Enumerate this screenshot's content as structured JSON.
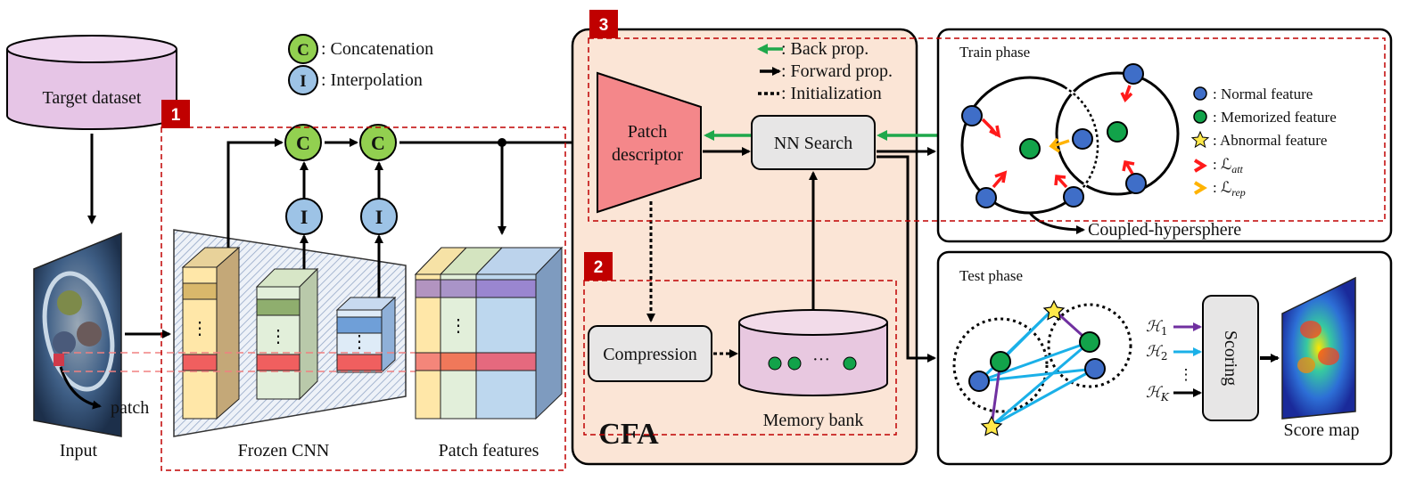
{
  "legend_top": {
    "concat_symbol": "C",
    "concat_label": ": Concatenation",
    "interp_symbol": "I",
    "interp_label": ": Interpolation"
  },
  "dataset": {
    "label": "Target dataset"
  },
  "input": {
    "label": "Input",
    "patch_label": "patch"
  },
  "cnn": {
    "label": "Frozen CNN",
    "ellipsis": "⋮"
  },
  "patch_features": {
    "label": "Patch features",
    "ellipsis": "⋮"
  },
  "regions": [
    {
      "number": "1",
      "color": "#c00000"
    },
    {
      "number": "2",
      "color": "#c00000"
    },
    {
      "number": "3",
      "color": "#c00000"
    }
  ],
  "cfa": {
    "title": "CFA",
    "descriptor_label_1": "Patch",
    "descriptor_label_2": "descriptor",
    "nn_search_label": "NN Search",
    "compression_label": "Compression",
    "memory_bank_label": "Memory bank",
    "memory_dots": "···",
    "legend": [
      {
        "label": ": Back prop.",
        "color": "#1fa84b"
      },
      {
        "label": ": Forward prop.",
        "color": "#000000"
      },
      {
        "label": ": Initialization",
        "color": "#000000"
      }
    ]
  },
  "train": {
    "title": "Train phase",
    "caption": "Coupled-hypersphere",
    "legend": [
      {
        "label": ": Normal feature",
        "color": "#3f6ec8"
      },
      {
        "label": ": Memorized feature",
        "color": "#12a34a"
      },
      {
        "label": ": Abnormal feature",
        "color": "#ffe94a"
      },
      {
        "label": ": ℒ",
        "sub": "att",
        "color": "#ff1a1a"
      },
      {
        "label": ": ℒ",
        "sub": "rep",
        "color": "#ffb300"
      }
    ]
  },
  "test": {
    "title": "Test phase",
    "h_labels": [
      {
        "h": "ℋ",
        "sub": "1",
        "color": "#7030a0"
      },
      {
        "h": "ℋ",
        "sub": "2",
        "color": "#1ab0e8"
      },
      {
        "h": "ℋ",
        "sub": "K",
        "color": "#000000"
      }
    ],
    "h_dots": "⋮",
    "scoring_label": "Scoring",
    "score_map_label": "Score map"
  },
  "colors": {
    "green_circle": "#92d050",
    "blue_circle": "#9dc3e6",
    "cfa_bg": "#fbe5d6",
    "descriptor_fill": "#f4878a",
    "box_grey": "#e7e6e6",
    "dataset_fill": "#e6c5e6",
    "memory_fill": "#e8c8e0",
    "red_dash": "#c00000"
  }
}
